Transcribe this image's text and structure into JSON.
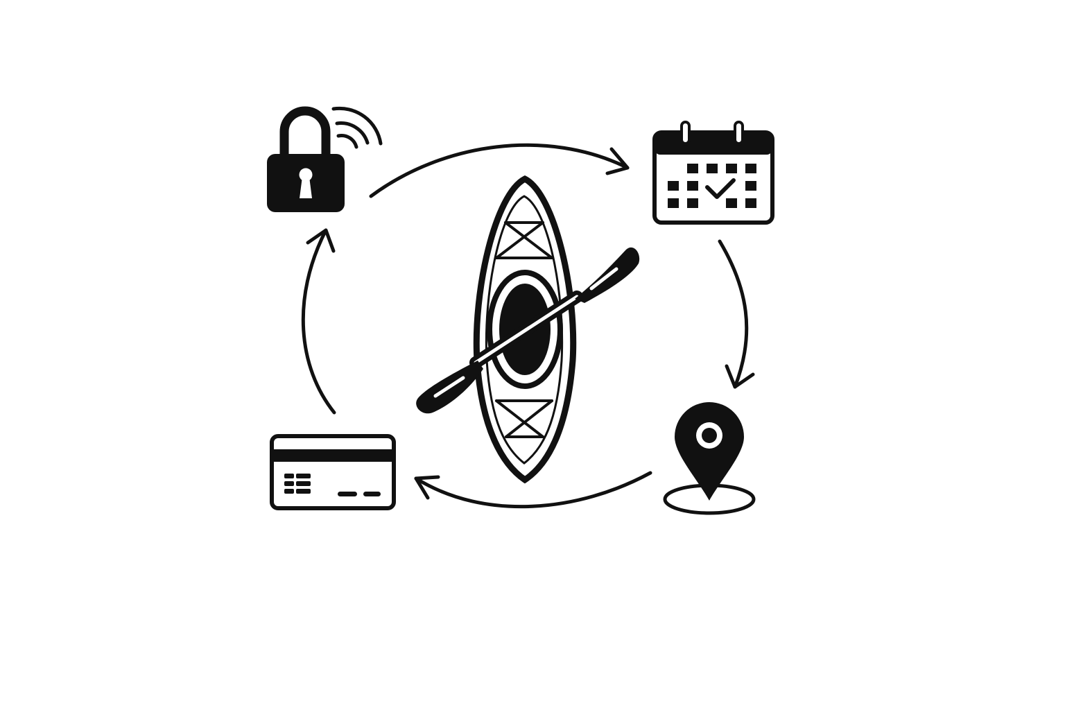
{
  "diagram": {
    "type": "cycle",
    "colors": {
      "ink": "#111111",
      "background": "#ffffff"
    },
    "center": {
      "icon": "kayak-with-paddle-icon"
    },
    "steps": [
      {
        "id": "unlock",
        "icon": "smart-lock-icon"
      },
      {
        "id": "schedule",
        "icon": "calendar-check-icon"
      },
      {
        "id": "location",
        "icon": "map-pin-icon"
      },
      {
        "id": "payment",
        "icon": "credit-card-icon"
      }
    ],
    "flow": [
      {
        "from": "unlock",
        "to": "schedule"
      },
      {
        "from": "schedule",
        "to": "location"
      },
      {
        "from": "location",
        "to": "payment"
      },
      {
        "from": "payment",
        "to": "unlock"
      }
    ]
  }
}
